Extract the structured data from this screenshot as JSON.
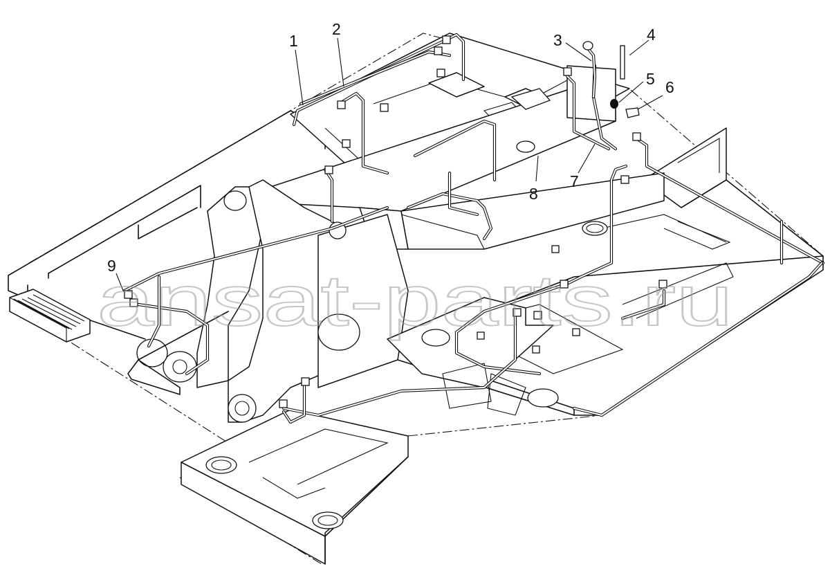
{
  "diagram": {
    "callouts": [
      {
        "id": "1",
        "label": "1"
      },
      {
        "id": "2",
        "label": "2"
      },
      {
        "id": "3",
        "label": "3"
      },
      {
        "id": "4",
        "label": "4"
      },
      {
        "id": "5",
        "label": "5"
      },
      {
        "id": "6",
        "label": "6"
      },
      {
        "id": "7",
        "label": "7"
      },
      {
        "id": "8",
        "label": "8"
      },
      {
        "id": "9",
        "label": "9"
      }
    ],
    "watermark": "ansat-parts.ru"
  }
}
